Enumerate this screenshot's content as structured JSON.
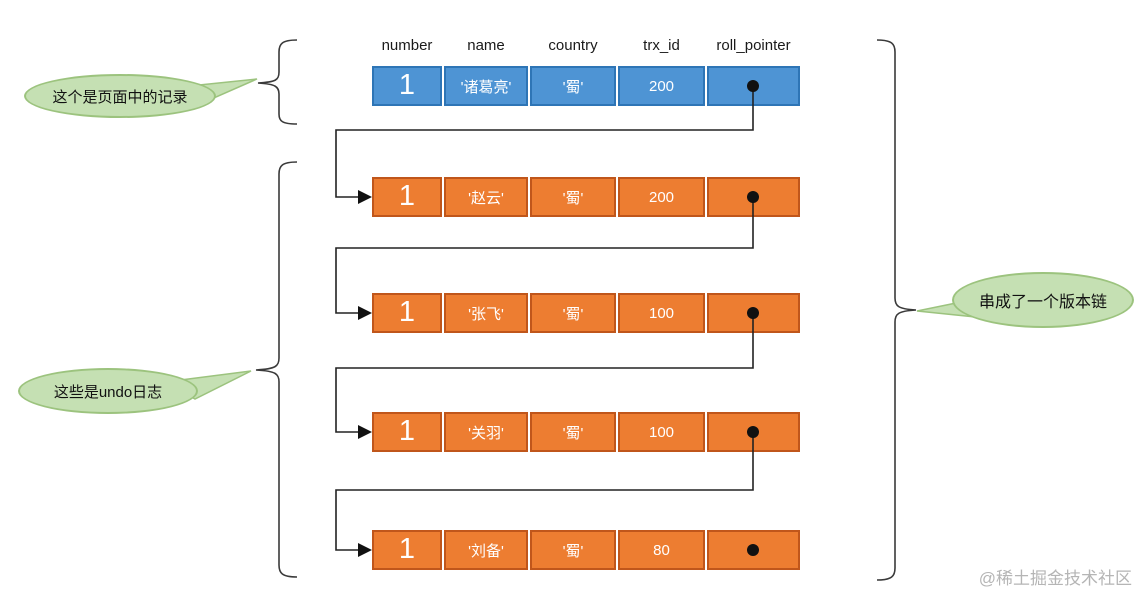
{
  "diagram": {
    "title_semantics": "MySQL MVCC version chain (page record + undo logs)",
    "table": {
      "headers": [
        "number",
        "name",
        "country",
        "trx_id",
        "roll_pointer"
      ],
      "record_row": {
        "cells": [
          "1",
          "'诸葛亮'",
          "'蜀'",
          "200"
        ]
      },
      "undo_rows": [
        {
          "cells": [
            "1",
            "'赵云'",
            "'蜀'",
            "200"
          ]
        },
        {
          "cells": [
            "1",
            "'张飞'",
            "'蜀'",
            "100"
          ]
        },
        {
          "cells": [
            "1",
            "'关羽'",
            "'蜀'",
            "100"
          ]
        },
        {
          "cells": [
            "1",
            "'刘备'",
            "'蜀'",
            "80"
          ]
        }
      ]
    },
    "callouts": {
      "page_record": "这个是页面中的记录",
      "undo_logs": "这些是undo日志",
      "version_chain": "串成了一个版本链"
    },
    "watermark": "@稀土掘金技术社区",
    "colors": {
      "record_fill": "#4E94D4",
      "record_border": "#2E75B6",
      "undo_fill": "#ED7D31",
      "undo_border": "#C0561B",
      "bubble_fill": "#C5E0B3",
      "bubble_border": "#9CC37E",
      "connector": "#222222"
    }
  }
}
